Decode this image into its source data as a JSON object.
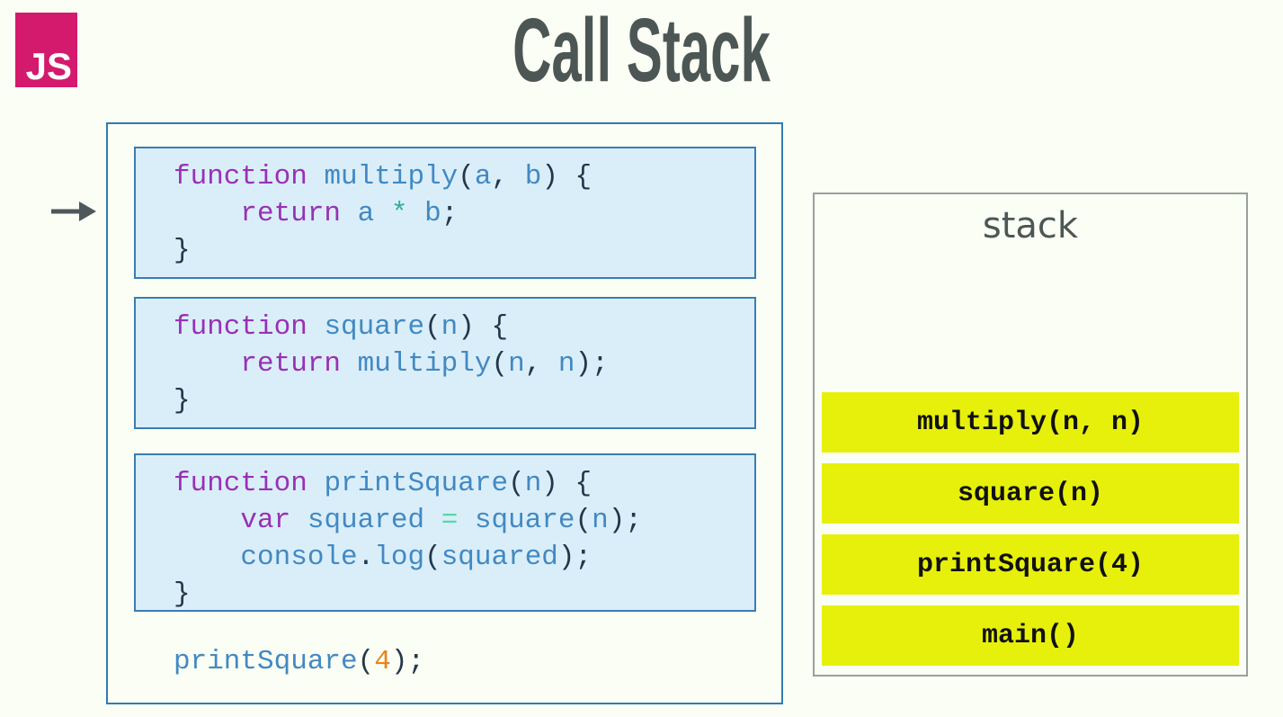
{
  "logo": {
    "label": "JS"
  },
  "header": {
    "title": "Call Stack"
  },
  "colors": {
    "page-bg": "#fbfef5",
    "logo-bg": "#d41a6d",
    "logo-text": "#ffffff",
    "title-text": "#4c5755",
    "arrow": "#4e585a",
    "panel-border": "#2f7cb4",
    "codebox-bg": "#daeefa",
    "codebox-border": "#3a7db2",
    "kw": "#9831b5",
    "id": "#4289c2",
    "pu": "#24364a",
    "op": "#2fae9e",
    "eq": "#58d7a4",
    "nu": "#e5861d",
    "stack-border": "#9aa09e",
    "stack-text": "#4c5755",
    "frame-bg": "#e6f00a",
    "frame-text": "#111111"
  },
  "code_panel": {
    "blocks": [
      {
        "name": "multiply-function",
        "lines": [
          [
            {
              "c": "kw",
              "t": "function"
            },
            {
              "c": "pl",
              "t": " "
            },
            {
              "c": "id",
              "t": "multiply"
            },
            {
              "c": "pu",
              "t": "("
            },
            {
              "c": "id",
              "t": "a"
            },
            {
              "c": "pu",
              "t": ","
            },
            {
              "c": "pl",
              "t": " "
            },
            {
              "c": "id",
              "t": "b"
            },
            {
              "c": "pu",
              "t": ")"
            },
            {
              "c": "pl",
              "t": " "
            },
            {
              "c": "pu",
              "t": "{"
            }
          ],
          [
            {
              "c": "pl",
              "t": "    "
            },
            {
              "c": "kw",
              "t": "return"
            },
            {
              "c": "pl",
              "t": " "
            },
            {
              "c": "id",
              "t": "a"
            },
            {
              "c": "pl",
              "t": " "
            },
            {
              "c": "op",
              "t": "*"
            },
            {
              "c": "pl",
              "t": " "
            },
            {
              "c": "id",
              "t": "b"
            },
            {
              "c": "pu",
              "t": ";"
            }
          ],
          [
            {
              "c": "pu",
              "t": "}"
            }
          ]
        ]
      },
      {
        "name": "square-function",
        "lines": [
          [
            {
              "c": "kw",
              "t": "function"
            },
            {
              "c": "pl",
              "t": " "
            },
            {
              "c": "id",
              "t": "square"
            },
            {
              "c": "pu",
              "t": "("
            },
            {
              "c": "id",
              "t": "n"
            },
            {
              "c": "pu",
              "t": ")"
            },
            {
              "c": "pl",
              "t": " "
            },
            {
              "c": "pu",
              "t": "{"
            }
          ],
          [
            {
              "c": "pl",
              "t": "    "
            },
            {
              "c": "kw",
              "t": "return"
            },
            {
              "c": "pl",
              "t": " "
            },
            {
              "c": "id",
              "t": "multiply"
            },
            {
              "c": "pu",
              "t": "("
            },
            {
              "c": "id",
              "t": "n"
            },
            {
              "c": "pu",
              "t": ","
            },
            {
              "c": "pl",
              "t": " "
            },
            {
              "c": "id",
              "t": "n"
            },
            {
              "c": "pu",
              "t": ")"
            },
            {
              "c": "pu",
              "t": ";"
            }
          ],
          [
            {
              "c": "pu",
              "t": "}"
            }
          ]
        ]
      },
      {
        "name": "printSquare-function",
        "lines": [
          [
            {
              "c": "kw",
              "t": "function"
            },
            {
              "c": "pl",
              "t": " "
            },
            {
              "c": "id",
              "t": "printSquare"
            },
            {
              "c": "pu",
              "t": "("
            },
            {
              "c": "id",
              "t": "n"
            },
            {
              "c": "pu",
              "t": ")"
            },
            {
              "c": "pl",
              "t": " "
            },
            {
              "c": "pu",
              "t": "{"
            }
          ],
          [
            {
              "c": "pl",
              "t": "    "
            },
            {
              "c": "kw",
              "t": "var"
            },
            {
              "c": "pl",
              "t": " "
            },
            {
              "c": "id",
              "t": "squared"
            },
            {
              "c": "pl",
              "t": " "
            },
            {
              "c": "eq",
              "t": "="
            },
            {
              "c": "pl",
              "t": " "
            },
            {
              "c": "id",
              "t": "square"
            },
            {
              "c": "pu",
              "t": "("
            },
            {
              "c": "id",
              "t": "n"
            },
            {
              "c": "pu",
              "t": ")"
            },
            {
              "c": "pu",
              "t": ";"
            }
          ],
          [
            {
              "c": "pl",
              "t": "    "
            },
            {
              "c": "id",
              "t": "console"
            },
            {
              "c": "pu",
              "t": "."
            },
            {
              "c": "id",
              "t": "log"
            },
            {
              "c": "pu",
              "t": "("
            },
            {
              "c": "id",
              "t": "squared"
            },
            {
              "c": "pu",
              "t": ")"
            },
            {
              "c": "pu",
              "t": ";"
            }
          ],
          [
            {
              "c": "pu",
              "t": "}"
            }
          ]
        ]
      }
    ],
    "call_line": [
      {
        "c": "id",
        "t": "printSquare"
      },
      {
        "c": "pu",
        "t": "("
      },
      {
        "c": "nu",
        "t": "4"
      },
      {
        "c": "pu",
        "t": ")"
      },
      {
        "c": "pu",
        "t": ";"
      }
    ]
  },
  "stack_panel": {
    "label": "stack",
    "frames": [
      "multiply(n, n)",
      "square(n)",
      "printSquare(4)",
      "main()"
    ]
  }
}
